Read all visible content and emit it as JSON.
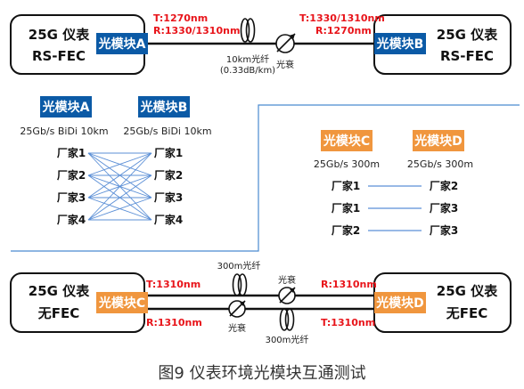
{
  "colors": {
    "blue_module": "#0b5aa6",
    "orange_module": "#f0963e",
    "red_text": "#e8141a",
    "divider": "#4a8ad0",
    "cross_lines": "#5b8fd6"
  },
  "top": {
    "left_instrument": {
      "line1": "25G 仪表",
      "line2": "RS-FEC"
    },
    "right_instrument": {
      "line1": "25G 仪表",
      "line2": "RS-FEC"
    },
    "module_a": "光模块A",
    "module_b": "光模块B",
    "a_tx": "T:1270nm",
    "a_rx": "R:1330/1310nm",
    "b_tx": "T:1330/1310nm",
    "b_rx": "R:1270nm",
    "fiber_label1": "10km光纤",
    "fiber_label2": "(0.33dB/km)",
    "attenuator_label": "光衰"
  },
  "middle_left": {
    "module_a": "光模块A",
    "module_b": "光模块B",
    "spec_a": "25Gb/s BiDi 10km",
    "spec_b": "25Gb/s BiDi 10km",
    "left_vendors": [
      "厂家1",
      "厂家2",
      "厂家3",
      "厂家4"
    ],
    "right_vendors": [
      "厂家1",
      "厂家2",
      "厂家3",
      "厂家4"
    ]
  },
  "middle_right": {
    "module_c": "光模块C",
    "module_d": "光模块D",
    "spec_c": "25Gb/s 300m",
    "spec_d": "25Gb/s 300m",
    "pairs": [
      {
        "left": "厂家1",
        "right": "厂家2"
      },
      {
        "left": "厂家1",
        "right": "厂家3"
      },
      {
        "left": "厂家2",
        "right": "厂家3"
      }
    ]
  },
  "bottom": {
    "left_instrument": {
      "line1": "25G 仪表",
      "line2": "无FEC"
    },
    "right_instrument": {
      "line1": "25G 仪表",
      "line2": "无FEC"
    },
    "module_c": "光模块C",
    "module_d": "光模块D",
    "c_tx": "T:1310nm",
    "c_rx": "R:1310nm",
    "d_rx": "R:1310nm",
    "d_tx": "T:1310nm",
    "fiber_top_label": "300m光纤",
    "fiber_bottom_label": "300m光纤",
    "attenuator_top_label": "光衰",
    "attenuator_bottom_label": "光衰"
  },
  "caption": "图9  仪表环境光模块互通测试"
}
